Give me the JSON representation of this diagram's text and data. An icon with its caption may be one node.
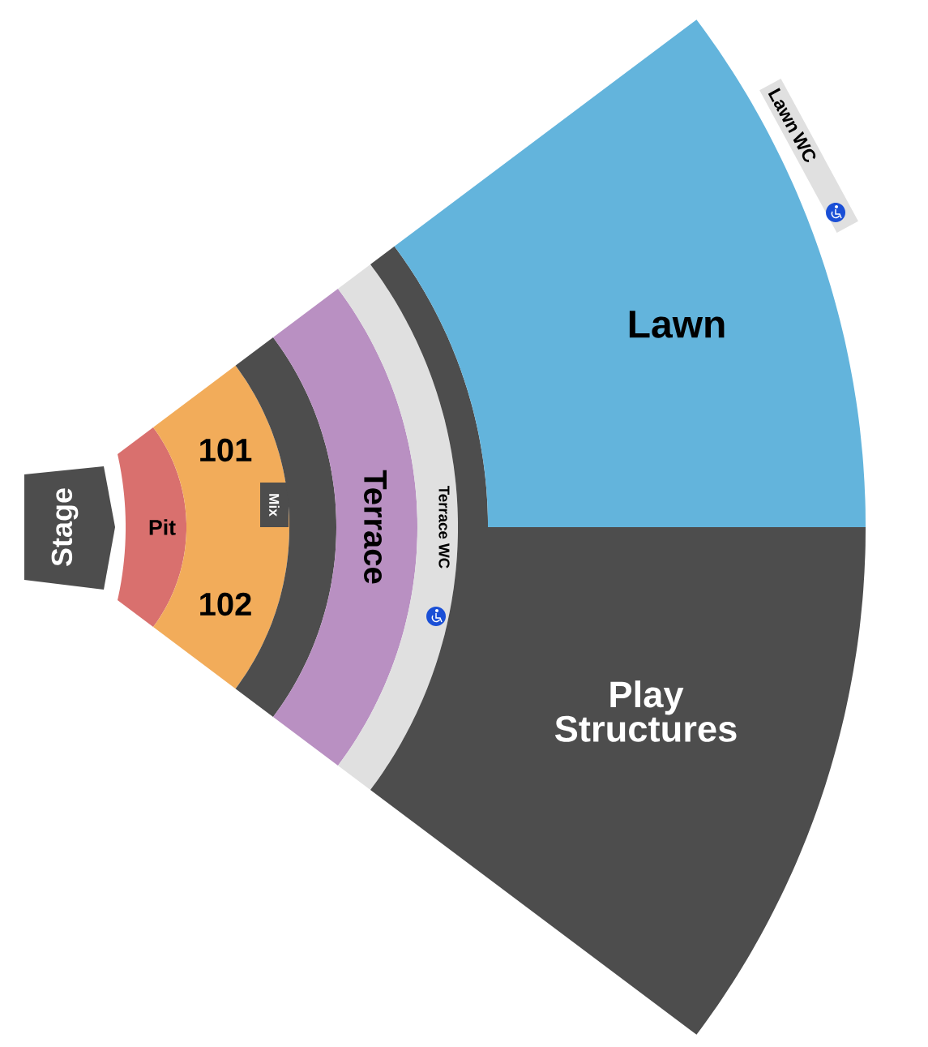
{
  "diagram": {
    "nodes": [
      {
        "text": [
          "Stage"
        ]
      },
      {
        "text": [
          "Pit"
        ]
      },
      {
        "text": [
          "101"
        ]
      },
      {
        "text": [
          "102"
        ]
      },
      {
        "text": [
          "Mix"
        ],
        "in": 2
      },
      {
        "text": [],
        "shape": "band"
      },
      {
        "text": [
          "Terrace"
        ]
      },
      {
        "text": [
          "Terrace WC"
        ]
      },
      {
        "text": [],
        "shape": "band"
      },
      {
        "text": [
          "Lawn"
        ]
      },
      {
        "text": [
          "Lawn WC"
        ]
      },
      {
        "text": [
          "Play Structures"
        ]
      }
    ]
  }
}
